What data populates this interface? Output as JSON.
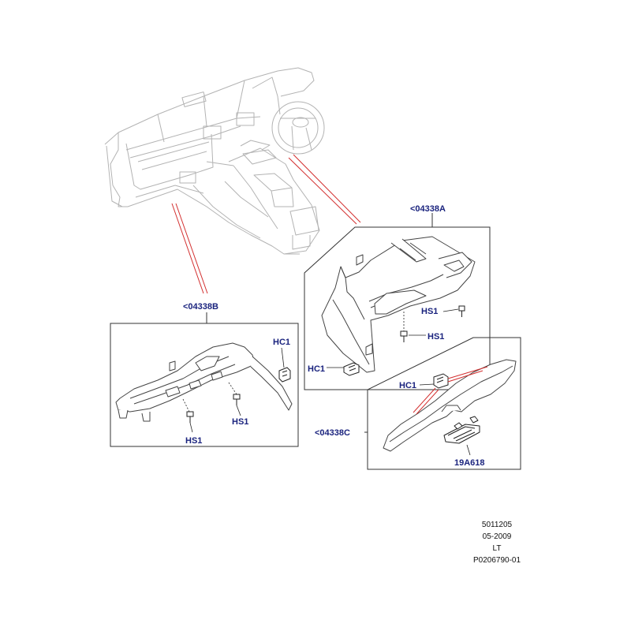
{
  "groups": {
    "a": {
      "label": "<04338A"
    },
    "b": {
      "label": "<04338B"
    },
    "c": {
      "label": "<04338C"
    }
  },
  "callouts": {
    "b_hc1": "HC1",
    "b_hs1_left": "HS1",
    "b_hs1_right": "HS1",
    "a_hs1_top": "HS1",
    "a_hs1_mid": "HS1",
    "a_hc1": "HC1",
    "c_hc1": "HC1",
    "c_latch": "19A618"
  },
  "footer": {
    "code": "5011205",
    "date": "05-2009",
    "side": "LT",
    "drawing_number": "P0206790-01"
  },
  "colors": {
    "linework": "#b3b3b3",
    "part_outline": "#444444",
    "callout": "#1a237e",
    "leader": "#d32f2f",
    "frame": "#333333"
  }
}
